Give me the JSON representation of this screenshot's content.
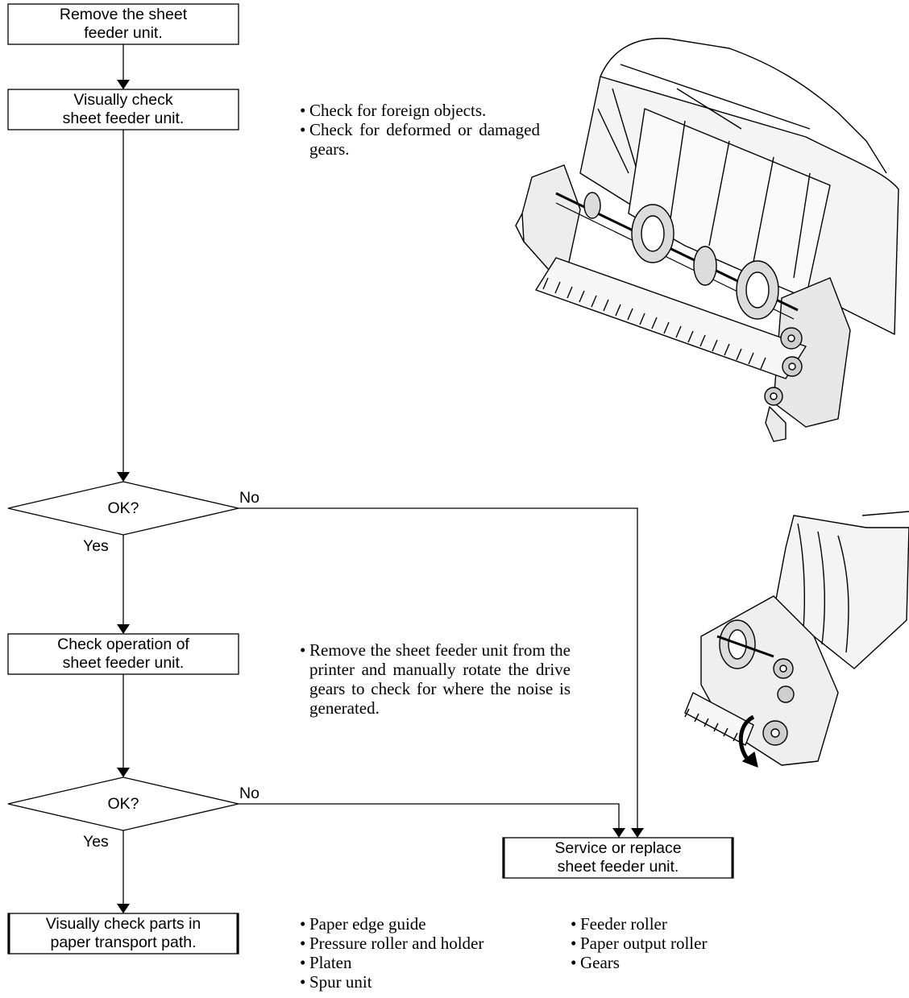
{
  "flowchart": {
    "steps": {
      "remove_unit": "Remove the sheet\nfeeder unit.",
      "visual_check": "Visually check\nsheet feeder unit.",
      "decision1": "OK?",
      "check_operation": "Check operation of\nsheet feeder unit.",
      "decision2": "OK?",
      "service_replace": "Service or replace\nsheet feeder unit.",
      "visual_parts": "Visually check parts in\npaper transport path."
    },
    "branch_labels": {
      "no1": "No",
      "yes1": "Yes",
      "no2": "No",
      "yes2": "Yes"
    }
  },
  "notes": {
    "visual_check": [
      "Check for foreign objects.",
      "Check for deformed or damaged gears."
    ],
    "operation_check": [
      "Remove the sheet feeder unit from the printer and manually rotate the drive gears to check for where the noise is generated."
    ],
    "parts_left": [
      "Paper edge guide",
      "Pressure roller and holder",
      "Platen",
      "Spur unit"
    ],
    "parts_right": [
      "Feeder roller",
      "Paper output roller",
      "Gears"
    ]
  },
  "illustrations": {
    "top": "sheet-feeder-unit-illustration",
    "bottom": "sheet-feeder-gear-rotation-illustration"
  }
}
